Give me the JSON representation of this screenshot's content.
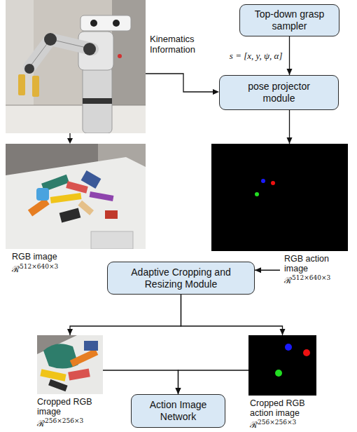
{
  "diagram": {
    "nodes": [
      {
        "text": [
          "Top-down grasp sampler"
        ]
      },
      {
        "text": [
          "pose projector module"
        ]
      },
      {
        "text": [
          "RGB image",
          "ℛ",
          "512×640×3"
        ]
      },
      {
        "text": [
          "RGB action image",
          "ℛ",
          "512×640×3"
        ]
      },
      {
        "text": [
          "Adaptive Cropping and Resizing Module"
        ]
      },
      {
        "text": [
          "Cropped RGB image",
          "ℛ",
          "256×256×3"
        ]
      },
      {
        "text": [
          "Cropped RGB action image",
          "ℛ",
          "256×256×3"
        ]
      },
      {
        "text": [
          "Action Image Network"
        ]
      }
    ],
    "edges": [
      {
        "from": 0,
        "to": 1,
        "arrow": "to",
        "label": "s = [x, y, ψ, α]"
      },
      {
        "from": 1,
        "to": 3,
        "arrow": "to"
      },
      {
        "from": 2,
        "to": 4,
        "arrow": "to"
      },
      {
        "from": 3,
        "to": 4,
        "arrow": "to"
      },
      {
        "from": 4,
        "to": 5,
        "arrow": "to"
      },
      {
        "from": 4,
        "to": 6,
        "arrow": "to"
      },
      {
        "from": 5,
        "to": 7,
        "arrow": "to"
      },
      {
        "from": 6,
        "to": 7,
        "arrow": "to"
      }
    ],
    "labels": [
      "Kinematics Information"
    ]
  }
}
